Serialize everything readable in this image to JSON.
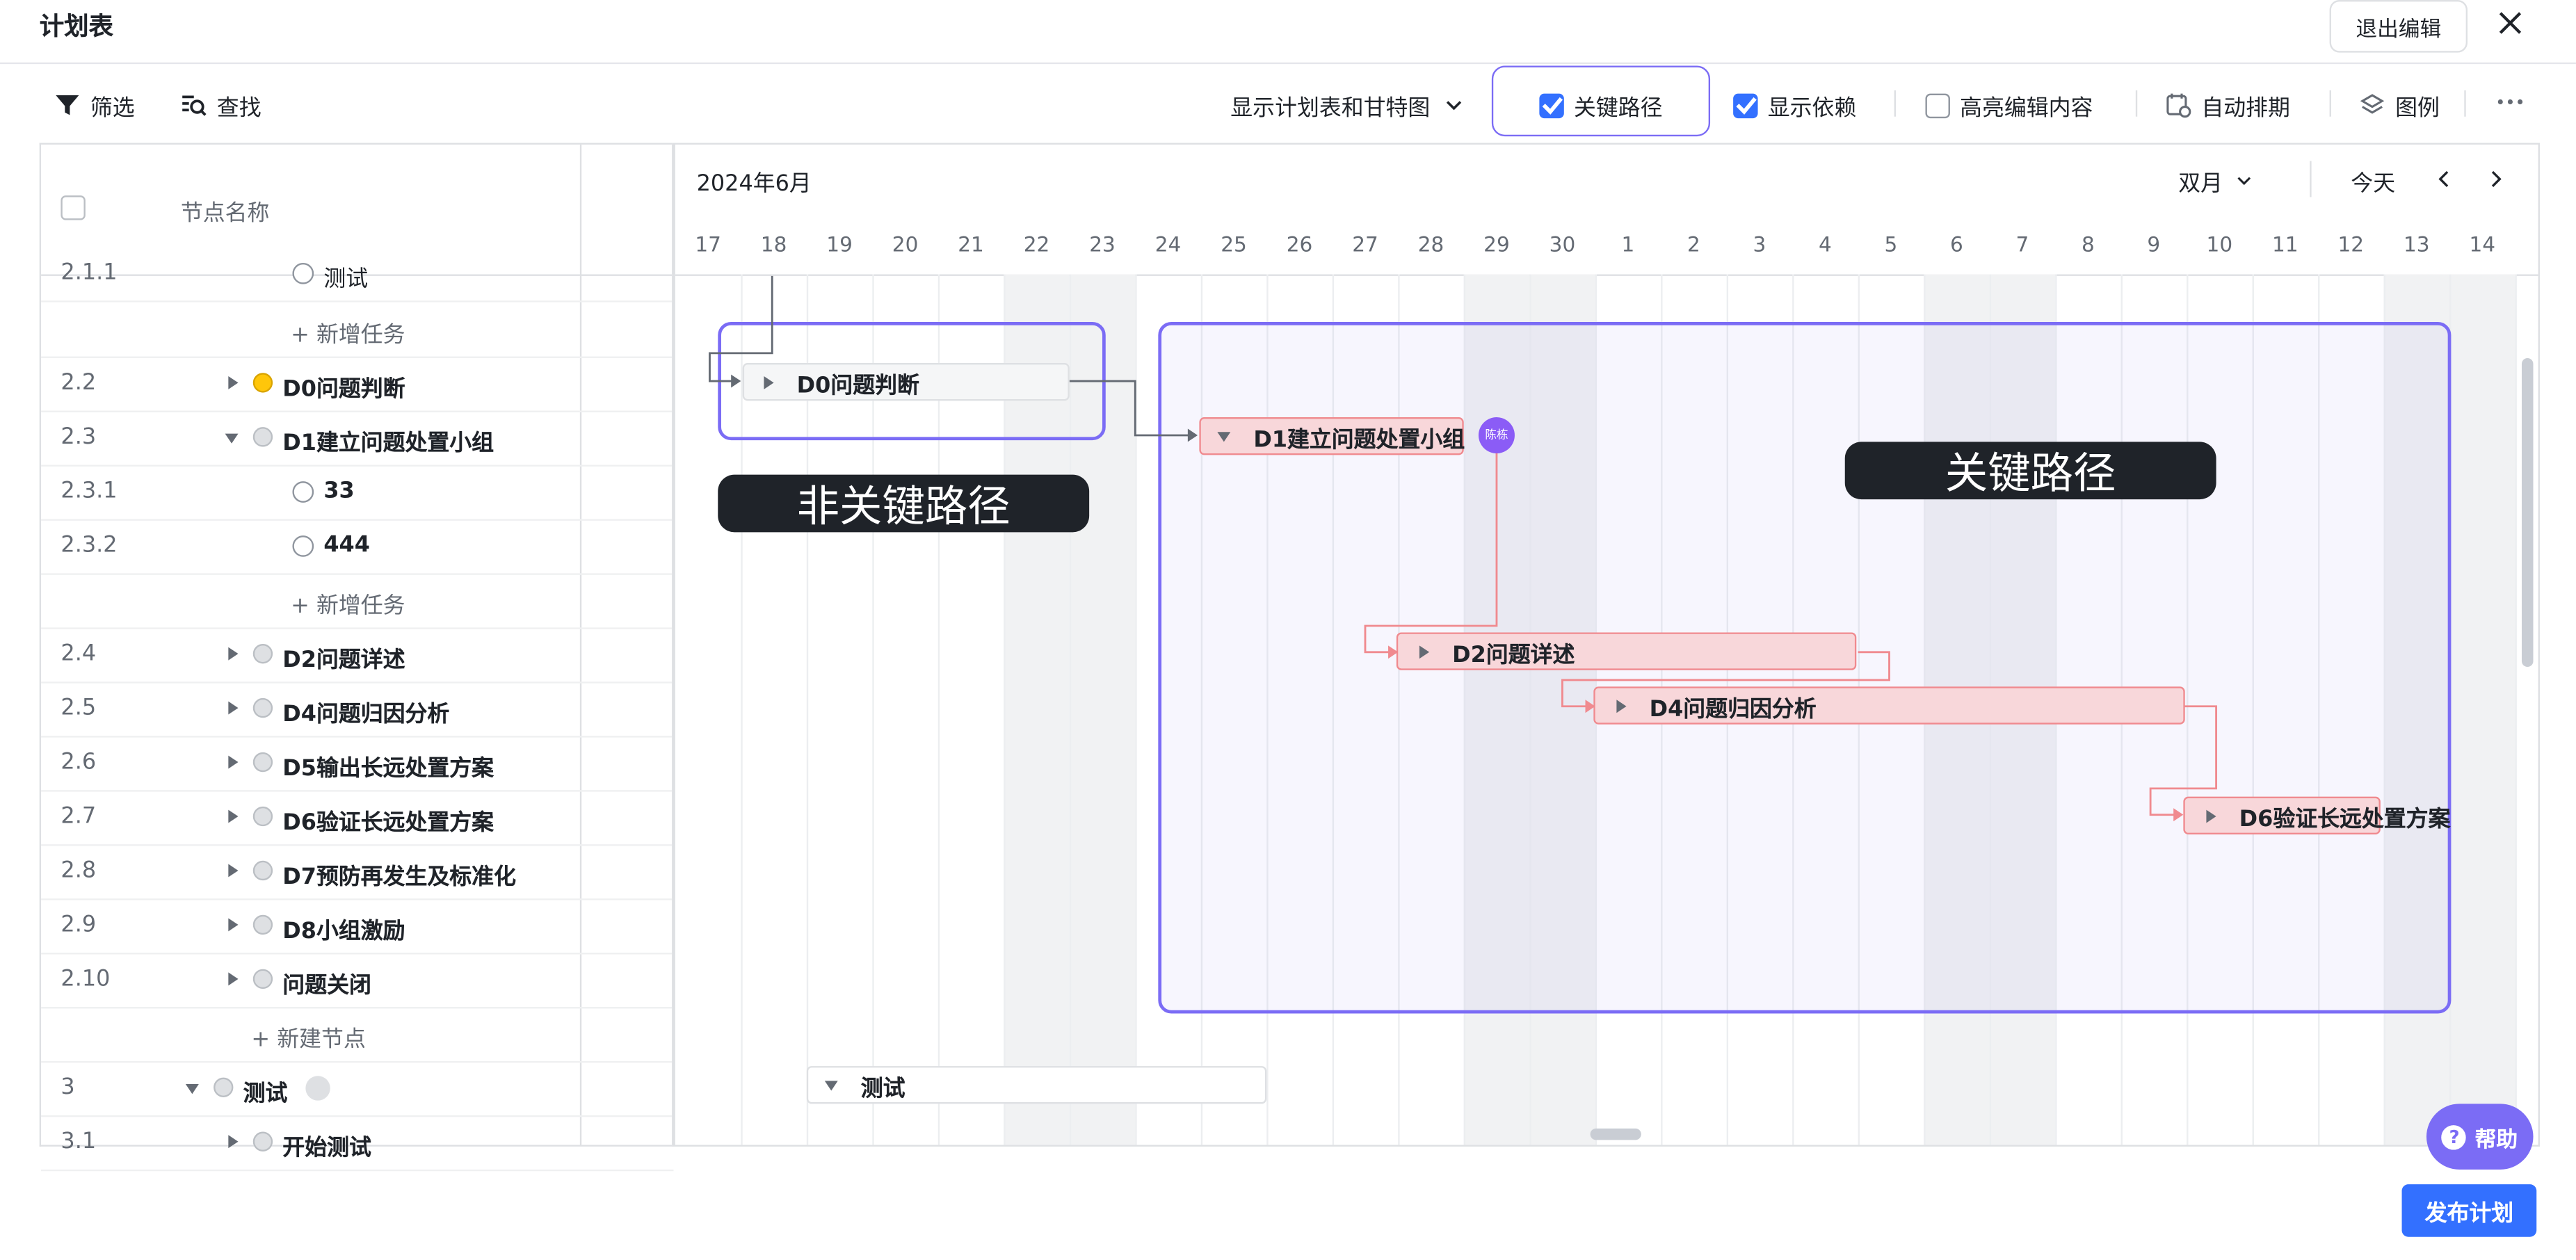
{
  "header": {
    "title": "计划表",
    "exit_label": "退出编辑"
  },
  "toolbar": {
    "filter": "筛选",
    "find": "查找",
    "view_select": "显示计划表和甘特图",
    "critical_path": "关键路径",
    "show_deps": "显示依赖",
    "highlight": "高亮编辑内容",
    "auto_schedule": "自动排期",
    "legend": "图例"
  },
  "table": {
    "col_name": "节点名称",
    "rows": [
      {
        "num": "2.1.1",
        "name": "测试"
      },
      {
        "num": "",
        "name": "+ 新增任务"
      },
      {
        "num": "2.2",
        "name": "D0问题判断"
      },
      {
        "num": "2.3",
        "name": "D1建立问题处置小组"
      },
      {
        "num": "2.3.1",
        "name": "33"
      },
      {
        "num": "2.3.2",
        "name": "444"
      },
      {
        "num": "",
        "name": "+ 新增任务"
      },
      {
        "num": "2.4",
        "name": "D2问题详述"
      },
      {
        "num": "2.5",
        "name": "D4问题归因分析"
      },
      {
        "num": "2.6",
        "name": "D5输出长远处置方案"
      },
      {
        "num": "2.7",
        "name": "D6验证长远处置方案"
      },
      {
        "num": "2.8",
        "name": "D7预防再发生及标准化"
      },
      {
        "num": "2.9",
        "name": "D8小组激励"
      },
      {
        "num": "2.10",
        "name": "问题关闭"
      },
      {
        "num": "",
        "name": "+ 新建节点"
      },
      {
        "num": "3",
        "name": "测试"
      },
      {
        "num": "3.1",
        "name": "开始测试"
      }
    ]
  },
  "gantt": {
    "month": "2024年6月",
    "zoom": "双月",
    "today": "今天",
    "days": [
      "17",
      "18",
      "19",
      "20",
      "21",
      "22",
      "23",
      "24",
      "25",
      "26",
      "27",
      "28",
      "29",
      "30",
      "1",
      "2",
      "3",
      "4",
      "5",
      "6",
      "7",
      "8",
      "9",
      "10",
      "11",
      "12",
      "13",
      "14"
    ],
    "bars": {
      "d0": "D0问题判断",
      "d1": "D1建立问题处置小组",
      "d2": "D2问题详述",
      "d4": "D4问题归因分析",
      "d6": "D6验证长远处置方案",
      "test": "测试"
    },
    "avatar": "陈栋",
    "non_critical_label": "非关键路径",
    "critical_label": "关键路径"
  },
  "footer": {
    "help": "帮助",
    "publish": "发布计划"
  },
  "colors": {
    "accent": "#3370ff",
    "critical": "#f08a8f",
    "frame": "#7b6cf5"
  }
}
